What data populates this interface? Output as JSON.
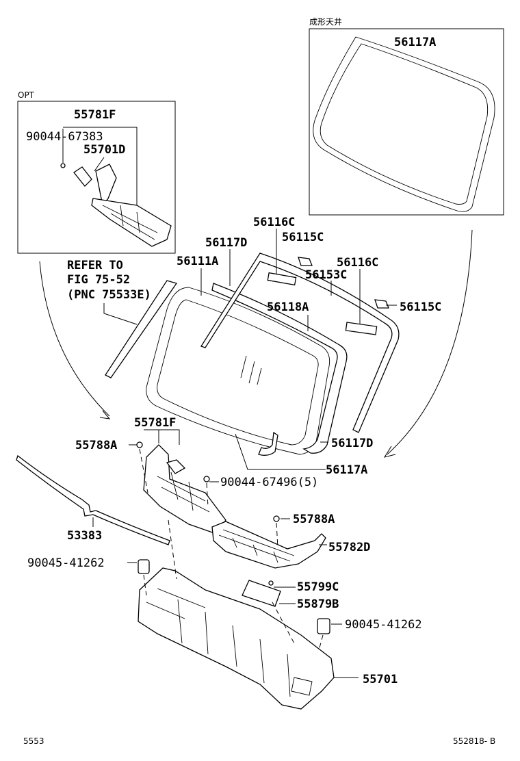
{
  "inset_top_right": {
    "caption": "成形天井",
    "parts": [
      "56117A"
    ]
  },
  "inset_opt": {
    "caption": "OPT",
    "parts": [
      "55781F",
      "90044-67383",
      "55701D"
    ]
  },
  "reference_note": [
    "REFER TO",
    "FIG 75-52",
    "(PNC 75533E)"
  ],
  "callouts": {
    "p56116c_a": "56116C",
    "p56115c_a": "56115C",
    "p56117d_a": "56117D",
    "p56111a": "56111A",
    "p56116c_b": "56116C",
    "p56153c": "56153C",
    "p56118a": "56118A",
    "p56115c_b": "56115C",
    "p55781f": "55781F",
    "p55788a_a": "55788A",
    "p56117d_b": "56117D",
    "p56117a": "56117A",
    "p90044_67496": "90044-67496(5)",
    "p55788a_b": "55788A",
    "p53383": "53383",
    "p55782d": "55782D",
    "p90045_41262_a": "90045-41262",
    "p55799c": "55799C",
    "p55879b": "55879B",
    "p90045_41262_b": "90045-41262",
    "p55701": "55701"
  },
  "footer": {
    "left": "5553",
    "right": "552818- B"
  }
}
